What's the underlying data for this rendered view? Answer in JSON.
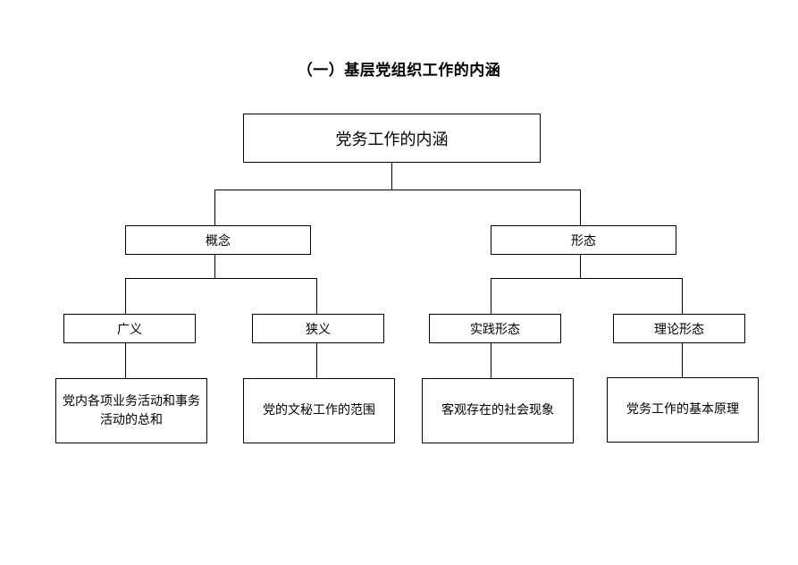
{
  "title": "（一）基层党组织工作的内涵",
  "root": {
    "label": "党务工作的内涵"
  },
  "branches": [
    {
      "label": "概念",
      "children": [
        {
          "label": "广义",
          "detail": "党内各项业务活动和事务活动的总和"
        },
        {
          "label": "狭义",
          "detail": "党的文秘工作的范围"
        }
      ]
    },
    {
      "label": "形态",
      "children": [
        {
          "label": "实践形态",
          "detail": "客观存在的社会现象"
        },
        {
          "label": "理论形态",
          "detail": "党务工作的基本原理"
        }
      ]
    }
  ]
}
